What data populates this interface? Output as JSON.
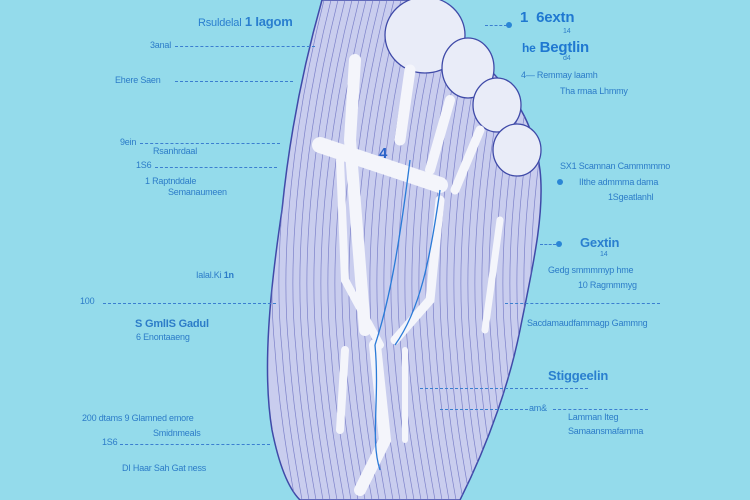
{
  "title": {
    "prefix": "Rsuldelal",
    "number": "1",
    "word": "Iagom"
  },
  "left_labels": {
    "l1": "3anal",
    "l2": "Ehere Saen",
    "l3": "9ein",
    "l4": "Rsanhrdaal",
    "l5": "1S6",
    "l6": "1 Raptnddale",
    "l7": "Semanaumeen",
    "l8": "Ialal.Ki",
    "l8b": "1n",
    "l9": "100",
    "l10": "S GmlIS Gadul",
    "l11": "6 Enontaaeng",
    "l12": "200 dtams 9 Glamned emore",
    "l13": "Smidnmeals",
    "l14": "1S6",
    "l15": "DI Haar Sah Gat ness"
  },
  "right_labels": {
    "r1_num": "1",
    "r1": "6extn",
    "r1_sub": "14",
    "r2_pre": "he",
    "r2": "Begtlin",
    "r2_sub": "d4",
    "r3_num": "4",
    "r3": "Remmay laamh",
    "r4": "Tha rmaa Lhmmy",
    "r5": "SX1 Scamnan Cammmmmo",
    "r6": "IIthe admmma dama",
    "r7": "1Sgeatlanhl",
    "r8": "Gextin",
    "r8_sub": "14",
    "r9": "Gedg smmmmyp hme",
    "r10": "10 Ragmmmyg",
    "r11": "Sacdamaudfammagp Gammng",
    "r12": "Stiggeelin",
    "r13": "am&",
    "r14": "Lamman Iteg",
    "r15": "Samaansmafamma"
  },
  "center_label": "4",
  "colors": {
    "background": "#94dbeb",
    "text": "#2c7cc8",
    "outline": "#4a55b0",
    "bone": "#f2f4fb"
  }
}
